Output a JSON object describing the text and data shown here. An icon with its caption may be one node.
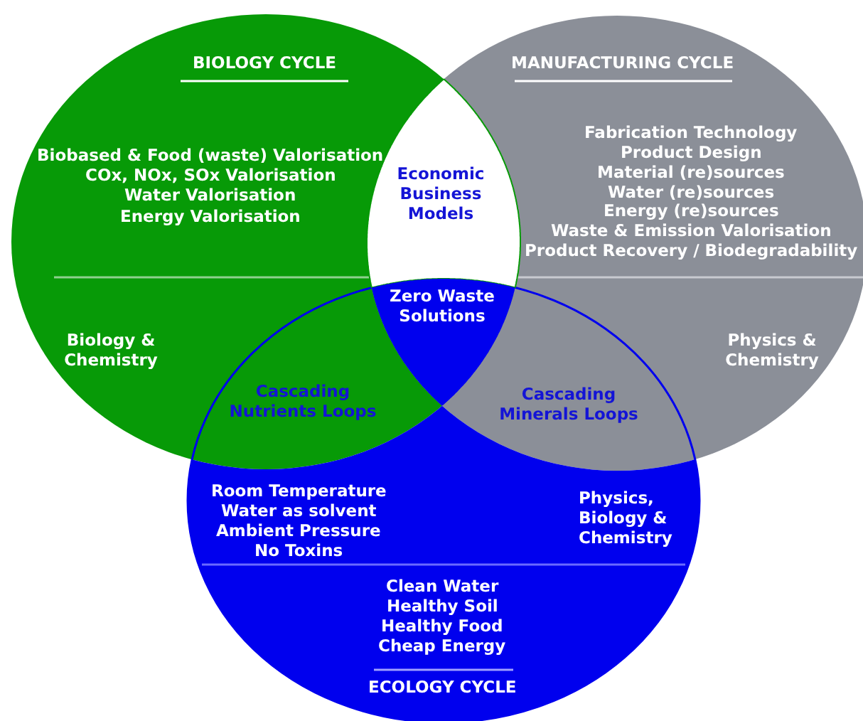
{
  "diagram": {
    "nodes": [
      {
        "text": [
          "BIOLOGY CYCLE",
          "Biobased & Food (waste) Valorisation",
          "COx, NOx, SOx Valorisation",
          "Water Valorisation",
          "Energy Valorisation",
          "Biology & Chemistry"
        ]
      },
      {
        "text": [
          "MANUFACTURING CYCLE",
          "Fabrication Technology",
          "Product Design",
          "Material (re)sources",
          "Water (re)sources",
          "Energy (re)sources",
          "Waste & Emission Valorisation",
          "Product Recovery / Biodegradability",
          "Physics & Chemistry"
        ]
      },
      {
        "text": [
          "Room Temperature",
          "Water as solvent",
          "Ambient Pressure",
          "No Toxins",
          "Physics, Biology & Chemistry",
          "Clean Water",
          "Healthy Soil",
          "Healthy Food",
          "Cheap Energy",
          "ECOLOGY CYCLE"
        ]
      },
      {
        "text": [
          "Economic Business Models"
        ]
      },
      {
        "text": [
          "Zero Waste Solutions"
        ]
      },
      {
        "text": [
          "Cascading Nutrients Loops"
        ]
      },
      {
        "text": [
          "Cascading Minerals Loops"
        ]
      }
    ]
  }
}
